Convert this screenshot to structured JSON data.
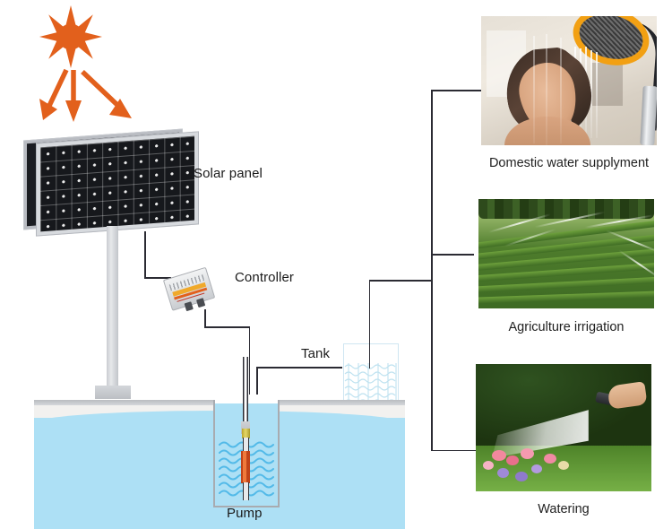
{
  "diagram": {
    "title_present": false,
    "type": "solar-water-pump-system",
    "labels": {
      "solar_panel": "Solar panel",
      "controller": "Controller",
      "tank": "Tank",
      "pump": "Pump"
    },
    "colors": {
      "sun": "#e2601c",
      "arrow": "#e2601c",
      "water": "#ade0f5",
      "wire": "#2b2b33",
      "panel_cells": "#16181c",
      "ground": "#c4c7cb",
      "tank_outline": "#cfe6f2",
      "pump_body": "#ef7a3c",
      "controller_accent": "#f0a92a"
    },
    "icons": {
      "sun": "sun-icon",
      "sun_rays_count": 8,
      "sunlight_arrows_count": 3
    }
  },
  "applications": [
    {
      "id": "domestic",
      "caption": "Domestic water supplyment",
      "photo_name": "shower-photo",
      "photo_alt": "Woman rinsing hair under a shower head with orange rim"
    },
    {
      "id": "agriculture",
      "caption": "Agriculture irrigation",
      "photo_name": "agriculture-photo",
      "photo_alt": "Green crop field rows with overhead irrigation sprinklers"
    },
    {
      "id": "watering",
      "caption": "Watering",
      "photo_name": "watering-photo",
      "photo_alt": "Hand holding hose nozzle spraying water over garden flowers"
    }
  ],
  "components": [
    {
      "name": "solar-panel",
      "label": "Solar panel"
    },
    {
      "name": "controller",
      "label": "Controller"
    },
    {
      "name": "tank",
      "label": "Tank"
    },
    {
      "name": "pump",
      "label": "Pump"
    }
  ]
}
